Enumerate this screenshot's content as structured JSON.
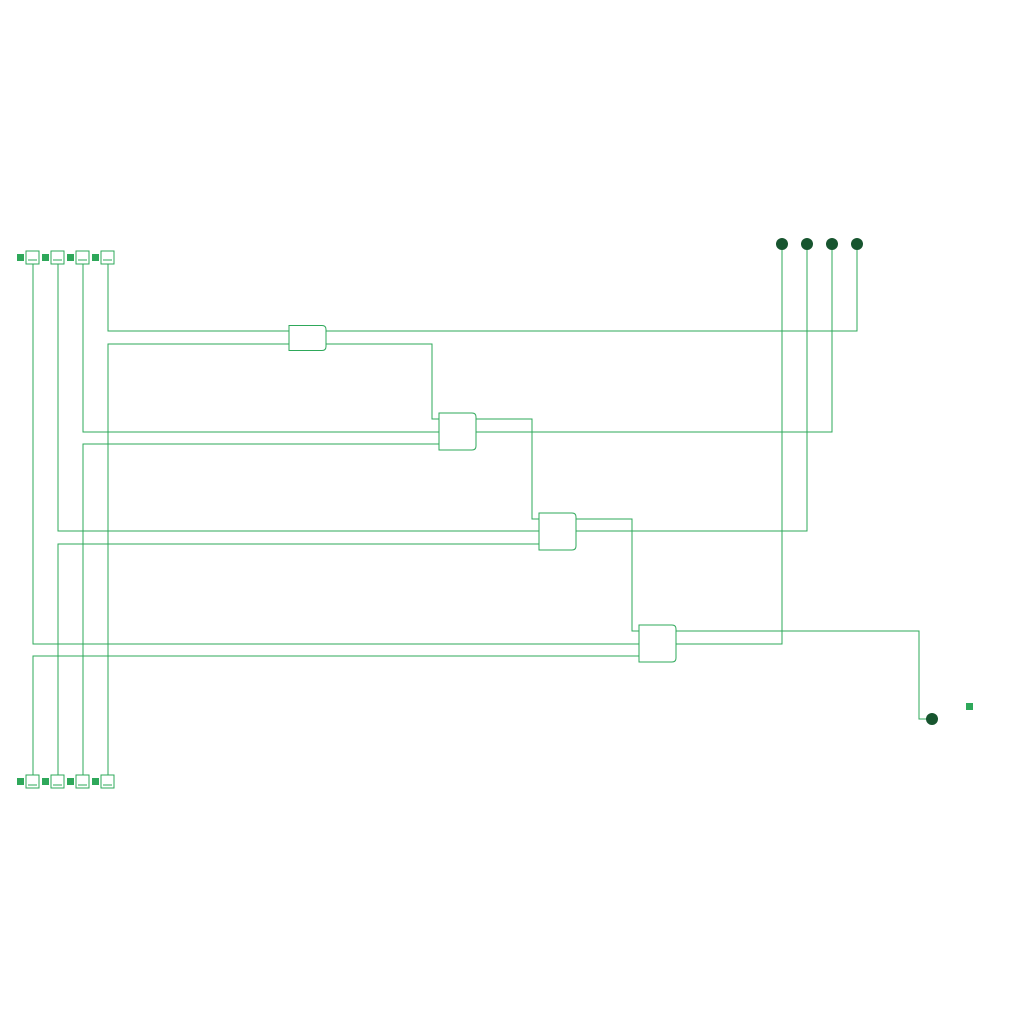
{
  "colors": {
    "wire": "#2ea85a",
    "gate_stroke": "#2ea85a",
    "marker": "#2ea85a",
    "terminal": "#17552f",
    "background": "#ffffff"
  },
  "diagram": {
    "type": "logic-circuit",
    "top_inputs": {
      "count": 4,
      "icon": "latch-input-icon"
    },
    "bottom_inputs": {
      "count": 4,
      "icon": "latch-input-icon"
    },
    "gates": {
      "count": 4,
      "icon": "logic-gate-icon"
    },
    "top_outputs": {
      "count": 4,
      "icon": "output-terminal-icon"
    },
    "final_output": {
      "count": 1,
      "icon": "output-terminal-icon"
    },
    "free_marker": {
      "count": 1,
      "icon": "square-marker-icon"
    }
  }
}
